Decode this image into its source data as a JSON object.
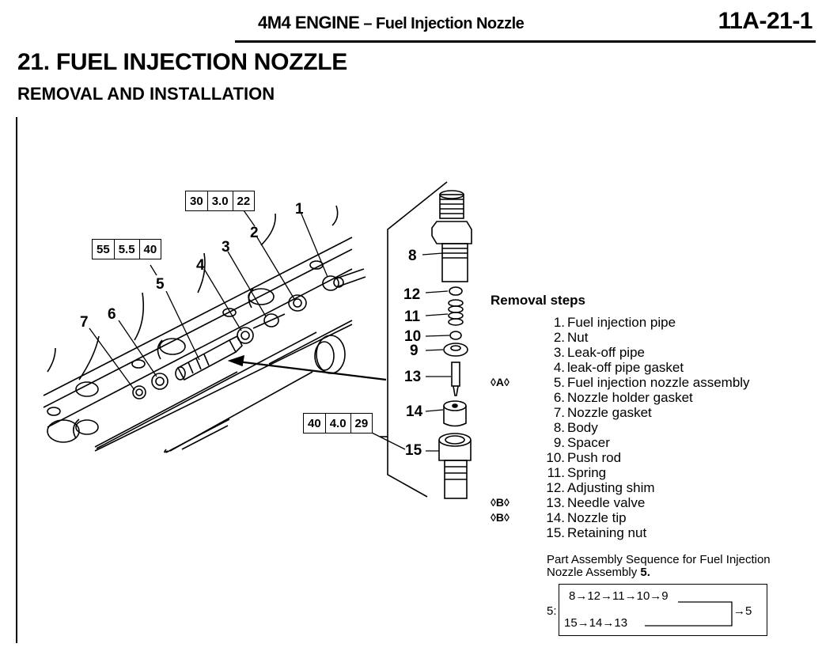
{
  "header": {
    "engine": "4M4 ENGINE",
    "separator": " – ",
    "subject": "Fuel Injection Nozzle",
    "page_number": "11A-21-1"
  },
  "section": {
    "title": "21.  FUEL INJECTION NOZZLE",
    "subtitle": "REMOVAL AND INSTALLATION"
  },
  "diagram": {
    "callouts": [
      "1",
      "2",
      "3",
      "4",
      "5",
      "6",
      "7",
      "8",
      "9",
      "10",
      "11",
      "12",
      "13",
      "14",
      "15"
    ],
    "torque_specs": [
      {
        "part": "2",
        "nm": "30",
        "kgfm": "3.0",
        "ftlbs": "22"
      },
      {
        "part": "5",
        "nm": "55",
        "kgfm": "5.5",
        "ftlbs": "40"
      },
      {
        "part": "15",
        "nm": "40",
        "kgfm": "4.0",
        "ftlbs": "29"
      }
    ]
  },
  "removal_steps": {
    "heading": "Removal steps",
    "items": [
      {
        "mark": "",
        "num": "1.",
        "label": "Fuel injection pipe"
      },
      {
        "mark": "",
        "num": "2.",
        "label": "Nut"
      },
      {
        "mark": "",
        "num": "3.",
        "label": "Leak-off pipe"
      },
      {
        "mark": "",
        "num": "4.",
        "label": "leak-off pipe gasket"
      },
      {
        "mark": "◊A◊",
        "num": "5.",
        "label": "Fuel injection nozzle assembly"
      },
      {
        "mark": "",
        "num": "6.",
        "label": "Nozzle holder gasket"
      },
      {
        "mark": "",
        "num": "7.",
        "label": "Nozzle gasket"
      },
      {
        "mark": "",
        "num": "8.",
        "label": "Body"
      },
      {
        "mark": "",
        "num": "9.",
        "label": "Spacer"
      },
      {
        "mark": "",
        "num": "10.",
        "label": "Push rod"
      },
      {
        "mark": "",
        "num": "11.",
        "label": "Spring"
      },
      {
        "mark": "",
        "num": "12.",
        "label": "Adjusting shim"
      },
      {
        "mark": "◊B◊",
        "num": "13.",
        "label": "Needle valve"
      },
      {
        "mark": "◊B◊",
        "num": "14.",
        "label": "Nozzle tip"
      },
      {
        "mark": "",
        "num": "15.",
        "label": "Retaining nut"
      }
    ]
  },
  "assembly_sequence": {
    "caption_line1": "Part Assembly Sequence for Fuel Injection",
    "caption_line2": "Nozzle Assembly ",
    "caption_bold": "5.",
    "label": "5:",
    "line1": "8→12→11→10→9",
    "line2": "15→14→13",
    "result": "→5"
  }
}
